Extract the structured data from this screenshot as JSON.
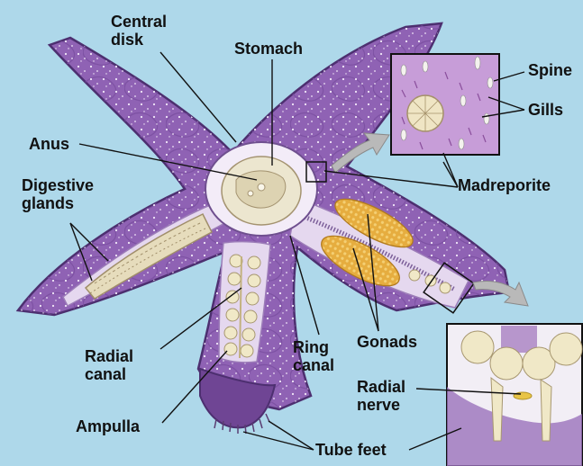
{
  "labels": {
    "central_disk": "Central\ndisk",
    "stomach": "Stomach",
    "spine": "Spine",
    "gills": "Gills",
    "anus": "Anus",
    "madreporite": "Madreporite",
    "digestive_glands": "Digestive\nglands",
    "radial_canal": "Radial\ncanal",
    "ring_canal": "Ring\ncanal",
    "gonads": "Gonads",
    "radial_nerve": "Radial\nnerve",
    "ampulla": "Ampulla",
    "tube_feet": "Tube feet"
  },
  "colors": {
    "background": "#aed8ea",
    "body": "#8f62b4",
    "body_outline": "#4d2f70",
    "interior": "#e5d8ef",
    "stomach": "#ece6cf",
    "gonads": "#e4a93a",
    "ampullae": "#f0e8c7"
  }
}
